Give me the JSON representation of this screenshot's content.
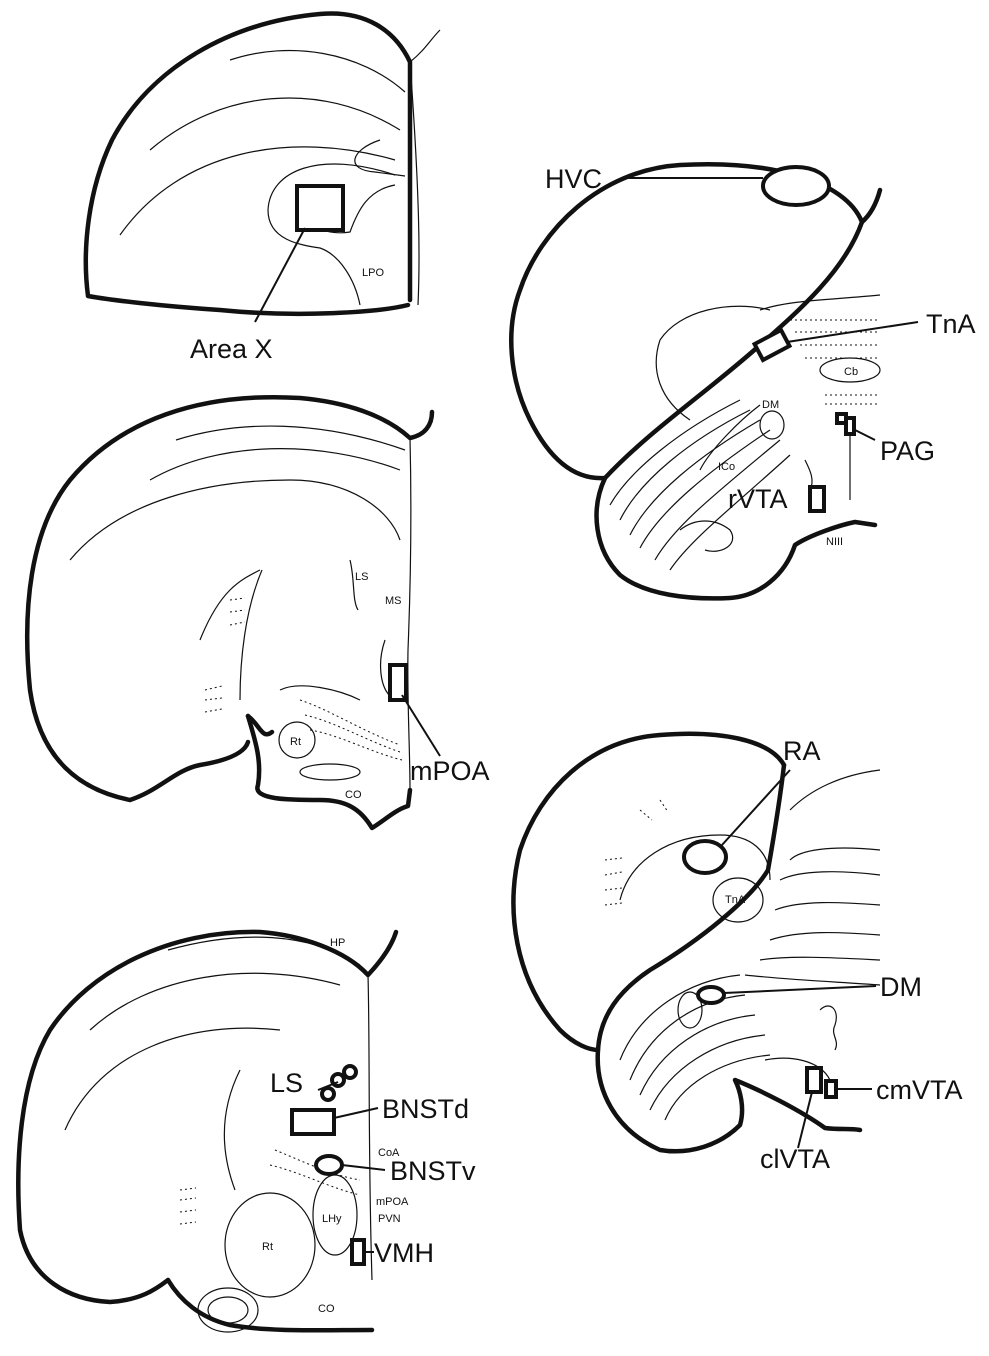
{
  "panels": {
    "p1": {
      "labels": [
        "Area X",
        "LPO"
      ]
    },
    "p2": {
      "labels": [
        "LS",
        "MS",
        "Rt",
        "CO",
        "mPOA"
      ]
    },
    "p3": {
      "labels": [
        "HP",
        "LS",
        "BNSTd",
        "CoA",
        "BNSTv",
        "mPOA",
        "PVN",
        "LHy",
        "Rt",
        "VMH",
        "CO"
      ]
    },
    "p4": {
      "labels": [
        "HVC",
        "TnA",
        "Cb",
        "DM",
        "PAG",
        "ICo",
        "rVTA",
        "NIII"
      ]
    },
    "p5": {
      "labels": [
        "RA",
        "TnA",
        "DM",
        "cmVTA",
        "clVTA"
      ]
    }
  },
  "colors": {
    "ink": "#111111",
    "background": "#ffffff"
  }
}
